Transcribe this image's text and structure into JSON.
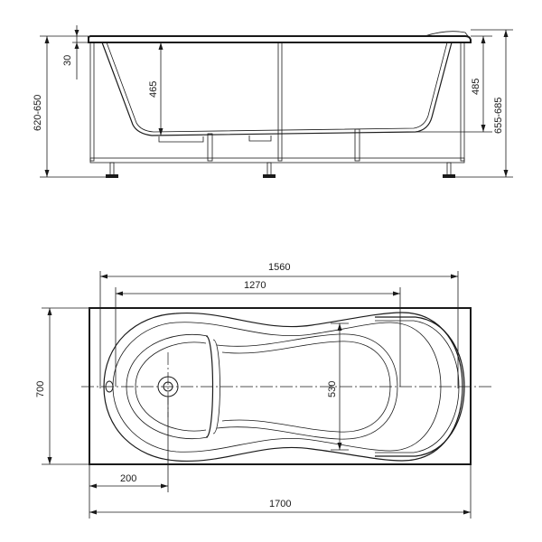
{
  "dimensions": {
    "side_rim": "30",
    "side_total_height": "620-650",
    "side_inner_depth_left": "465",
    "side_inner_depth_right": "485",
    "side_total_height_right": "655-685",
    "plan_inner_length": "1560",
    "plan_bowl_length": "1270",
    "plan_width": "700",
    "plan_inner_width": "530",
    "plan_drain_offset": "200",
    "plan_length": "1700"
  }
}
